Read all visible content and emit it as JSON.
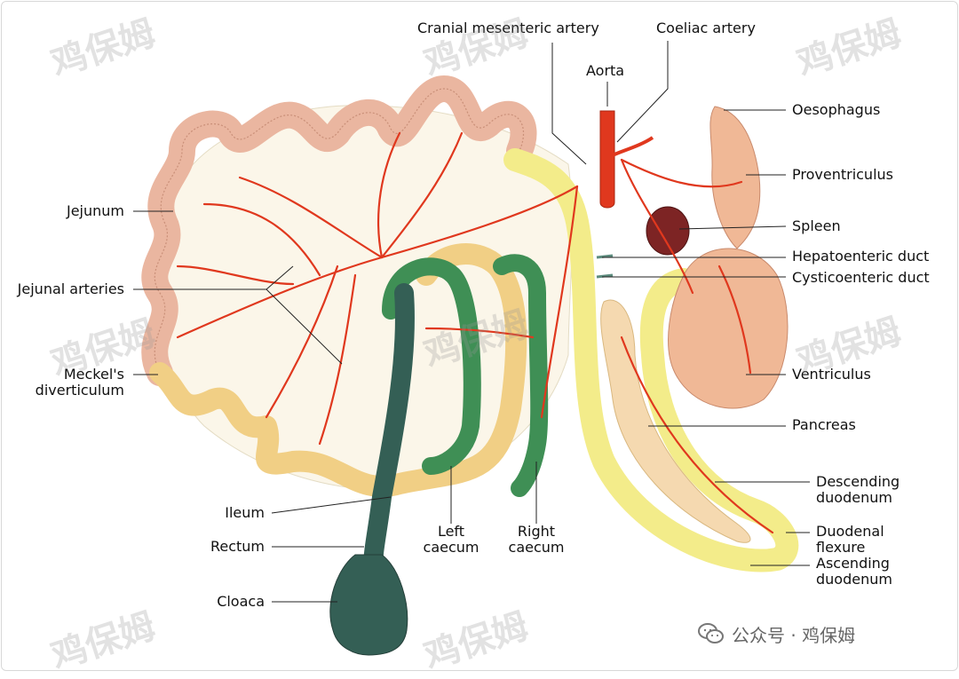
{
  "labels": {
    "cranial_mesenteric_artery": "Cranial mesenteric artery",
    "coeliac_artery": "Coeliac artery",
    "aorta": "Aorta",
    "oesophagus": "Oesophagus",
    "proventriculus": "Proventriculus",
    "spleen": "Spleen",
    "hepatoenteric_duct": "Hepatoenteric duct",
    "cysticoenteric_duct": "Cysticoenteric duct",
    "ventriculus": "Ventriculus",
    "pancreas": "Pancreas",
    "descending_duodenum": "Descending\nduodenum",
    "duodenal_flexure": "Duodenal\nflexure",
    "ascending_duodenum": "Ascending\nduodenum",
    "jejunum": "Jejunum",
    "jejunal_arteries": "Jejunal arteries",
    "meckels_diverticulum": "Meckel's\ndiverticulum",
    "ileum": "Ileum",
    "rectum": "Rectum",
    "cloaca": "Cloaca",
    "left_caecum": "Left\ncaecum",
    "right_caecum": "Right\ncaecum"
  },
  "watermarks": [
    "鸡保姆",
    "鸡保姆",
    "鸡保姆",
    "鸡保姆",
    "鸡保姆",
    "鸡保姆",
    "鸡保姆",
    "鸡保姆"
  ],
  "footer": {
    "wechat_text": "公众号 · 鸡保姆",
    "icon": "wechat-icon"
  },
  "colors": {
    "artery": "#e0381e",
    "jejunum_pink": "#eab6a0",
    "ileum_yellow": "#f1cf85",
    "duodenum_yellow": "#f3ec8a",
    "caecum_green": "#3f8f55",
    "rectum_green": "#345f55",
    "spleen": "#7d2424",
    "mesentery": "#fbf6e9",
    "stomach": "#f0b896"
  }
}
